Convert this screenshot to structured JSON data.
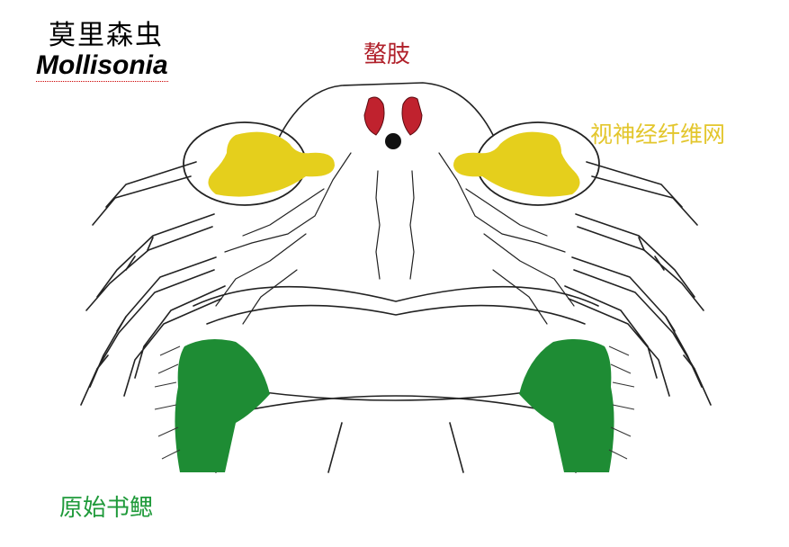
{
  "title": {
    "chinese": "莫里森虫",
    "latin": "Mollisonia"
  },
  "labels": {
    "chelicerae": "螯肢",
    "optic_neuropils": "视神经纤维网",
    "book_gills": "原始书鳃"
  },
  "colors": {
    "chelicerae": "#c0222e",
    "optic_neuropils": "#e5cf1c",
    "optic_label": "#e3c62c",
    "book_gills": "#1e8c34",
    "chelicerae_label": "#b0202a",
    "gill_label": "#1f9a3a",
    "outline": "#222222"
  }
}
